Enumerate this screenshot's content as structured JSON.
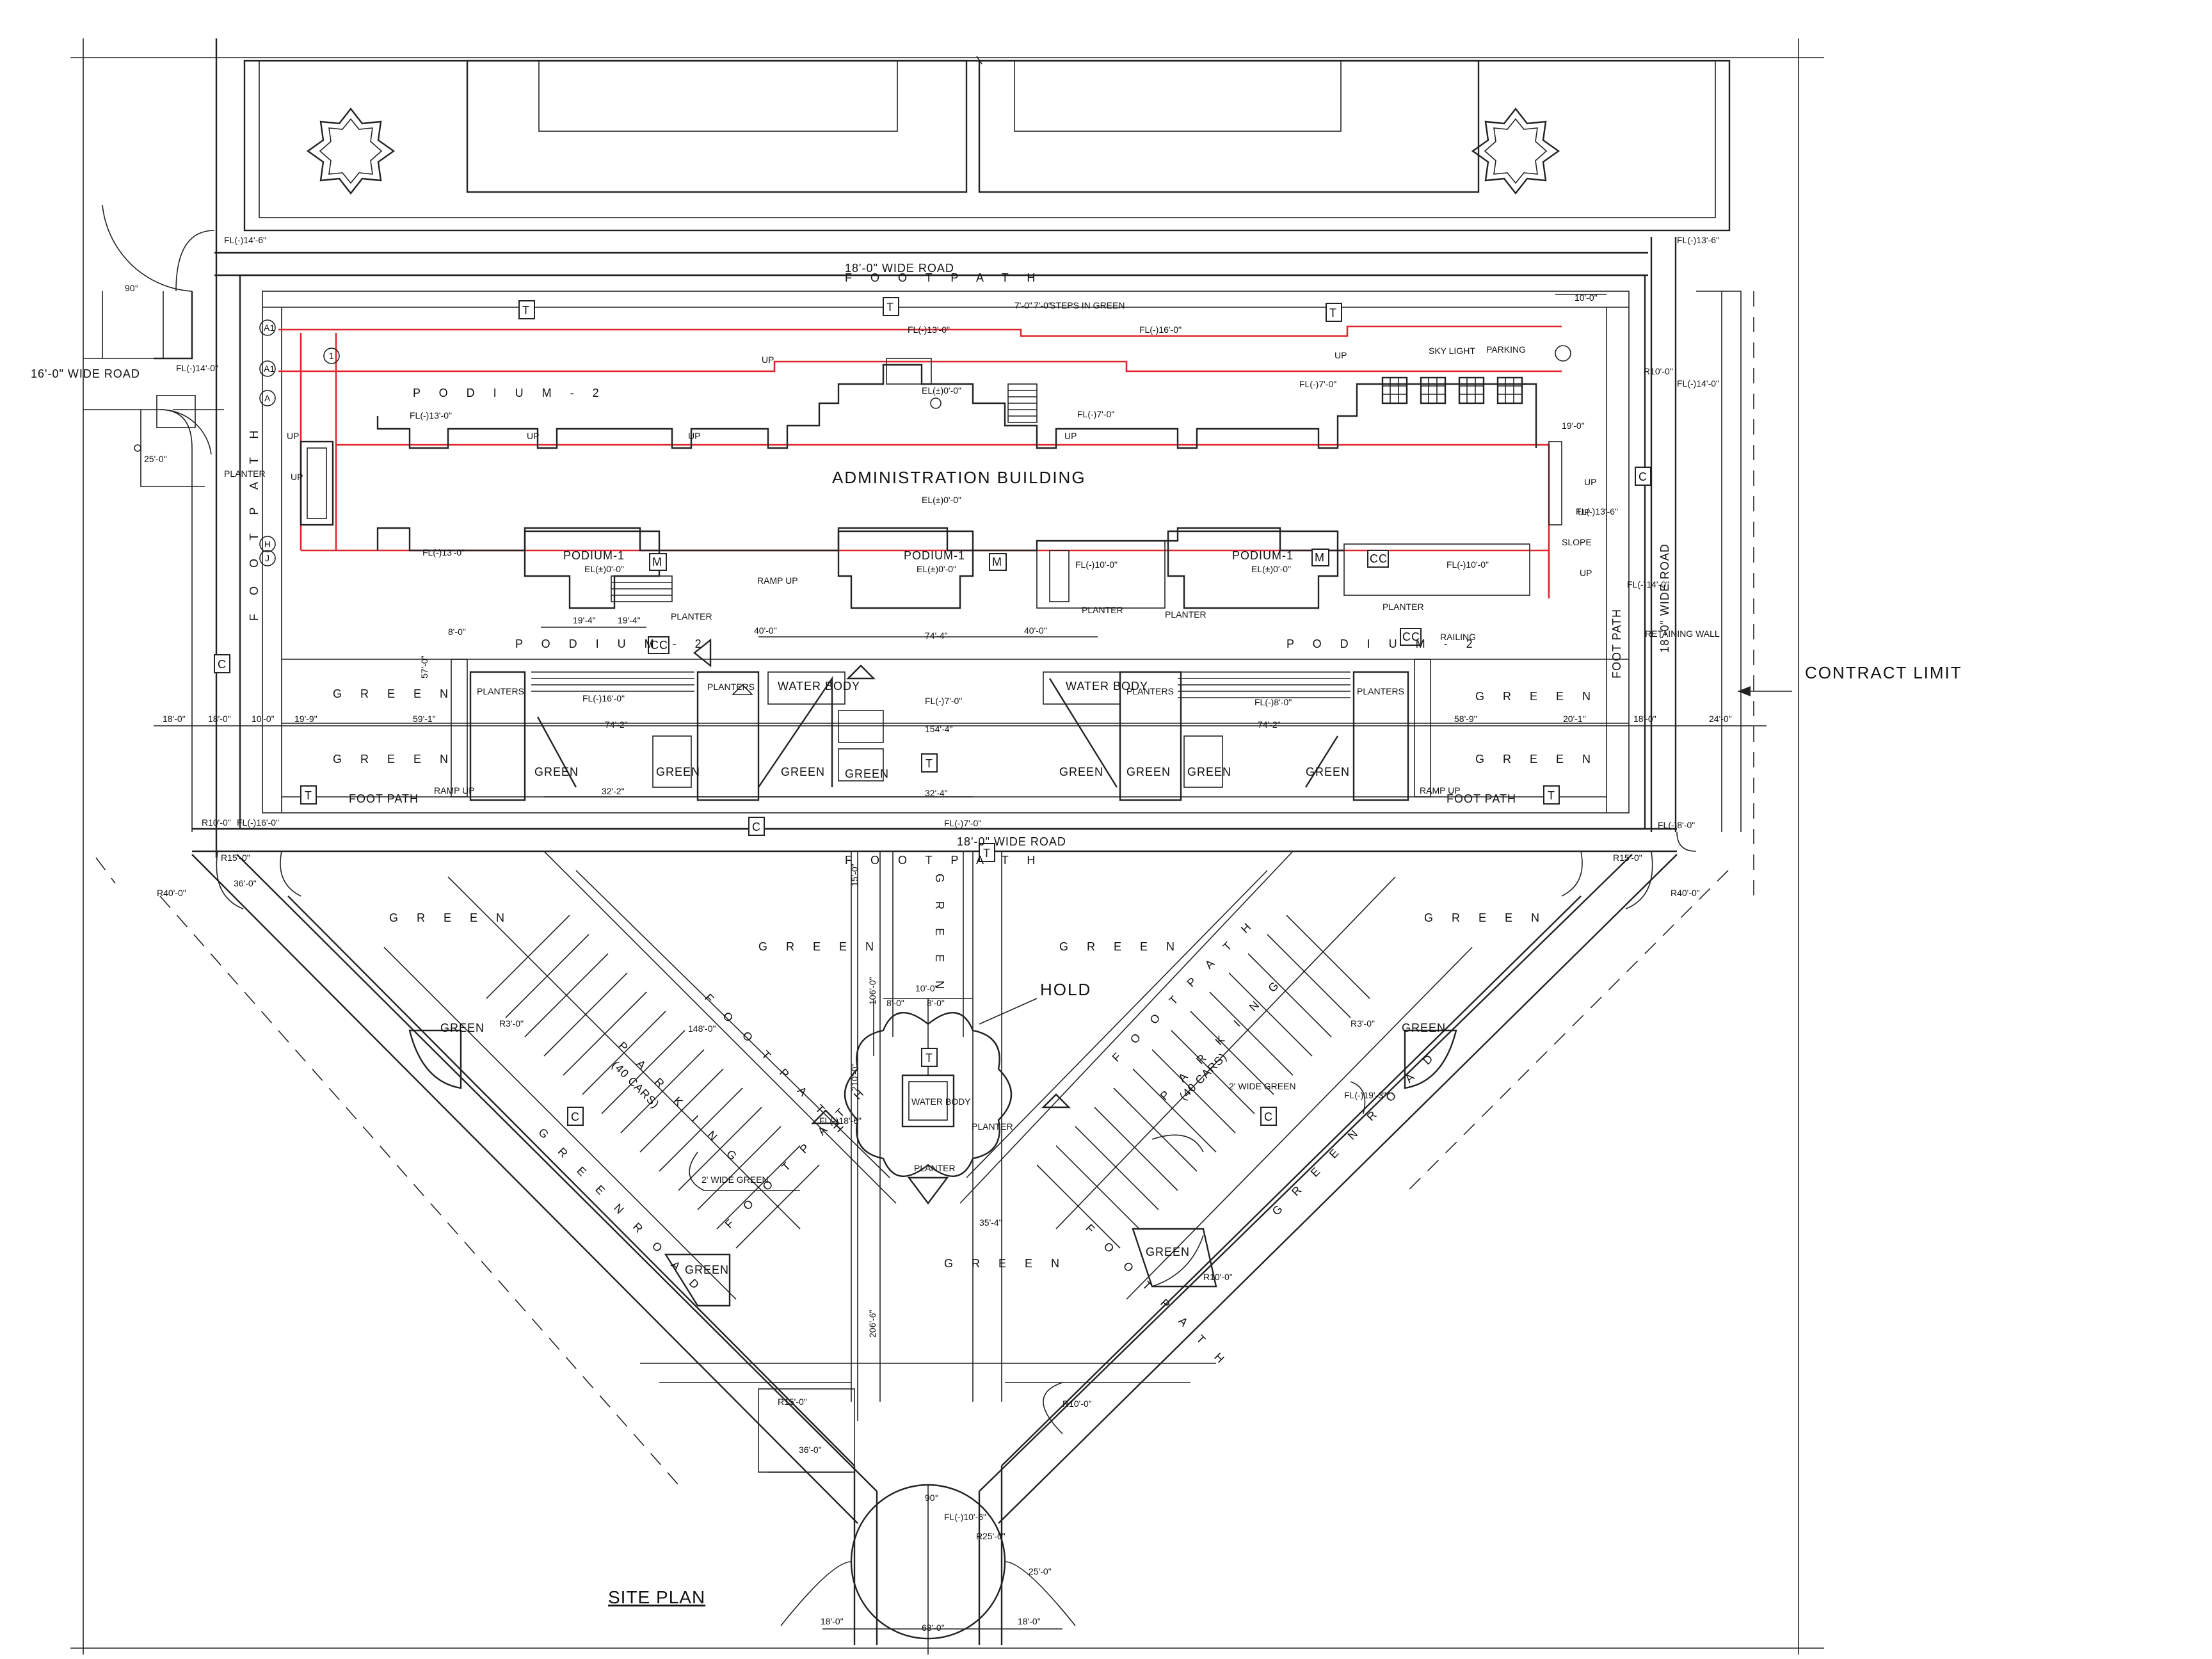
{
  "drawing": {
    "title": "SITE PLAN",
    "building_name": "ADMINISTRATION BUILDING",
    "contract_limit": "CONTRACT LIMIT",
    "hold": "HOLD"
  },
  "roads": {
    "top": "18'-0\" WIDE ROAD",
    "middle": "18'-0\" WIDE ROAD",
    "left": "16'-0\" WIDE ROAD",
    "right": "18'-0\" WIDE ROAD"
  },
  "labels": {
    "foot_path": "FOOT PATH",
    "foot_path_spaced": "F O O T   P A T H",
    "podium_2": "P O D I U M - 2",
    "podium_1": "PODIUM-1",
    "green": "G R E E N",
    "green_plain": "GREEN",
    "planter": "PLANTER",
    "planters": "PLANTERS",
    "water_body": "WATER BODY",
    "parking": "P A R K I N G",
    "parking_cars": "(40 CARS)",
    "green_road": "G R E E N   R O A D",
    "slope": "SLOPE",
    "up": "UP",
    "ramp_up": "RAMP UP",
    "railing": "RAILING",
    "retaining_wall": "RETAINING WALL",
    "sky_light": "SKY LIGHT",
    "parking_small": "PARKING",
    "steps_in_green": "STEPS IN GREEN",
    "two_wide_green": "2' WIDE GREEN"
  },
  "tags": {
    "t": "T",
    "m": "M",
    "c": "C",
    "cc": "CC",
    "grid_a1": "A1",
    "grid_a": "A",
    "grid_h": "H",
    "grid_j": "J",
    "grid_1": "1"
  },
  "levels": {
    "fl_14_6": "FL(-)14'-6\"",
    "fl_13_6": "FL(-)13'-6\"",
    "fl_14_0": "FL(-)14'-0\"",
    "fl_13_0": "FL(-)13'-0\"",
    "fl_16_0": "FL(-)16'-0\"",
    "fl_7_0": "FL(-)7'-0\"",
    "fl_8_0": "FL(-)8'-0\"",
    "fl_10_0": "FL(-)10'-0\"",
    "fl_18_6": "FL(-)18'-6\"",
    "fl_19_3": "FL(-)19'-3\"",
    "fl_10_6": "FL(-)10'-6\"",
    "el_0": "EL(±)0'-0\"",
    "el_10_0": "EL(±)0'-0\""
  },
  "dims": {
    "d18_0": "18'-0\"",
    "d25_0": "25'-0\"",
    "d36_0": "36'-0\"",
    "d40_0": "40'-0\"",
    "d74_4": "74'-4\"",
    "d74_2": "74'-2\"",
    "d59_1": "59'-1\"",
    "d58_9": "58'-9\"",
    "d154_4": "154'-4\"",
    "d32_4": "32'-4\"",
    "d32_2": "32'-2\"",
    "d19_9": "19'-9\"",
    "d20_1": "20'-1\"",
    "d24_0": "24'-0\"",
    "d10_0": "10'-0\"",
    "d8_0": "8'-0\"",
    "d7_0": "7'-0\"",
    "d19_0": "19'-0\"",
    "d19_4": "19'-4\"",
    "d106_0": "106'-0\"",
    "d210_0": "210'-0\"",
    "d206_6": "206'-6\"",
    "d68_0": "68'-0\"",
    "d15_0": "15'-0\"",
    "r40_0": "R40'-0\"",
    "r15_0": "R15'-0\"",
    "r10_0": "R10'-0\"",
    "r3_0": "R3'-0\"",
    "r25_0": "R25'-0\"",
    "a90": "90°",
    "d148_0": "148'-0\"",
    "d35_4": "35'-4\"",
    "d57_0": "57'-0\"",
    "d36_0b": "36'-0\""
  }
}
